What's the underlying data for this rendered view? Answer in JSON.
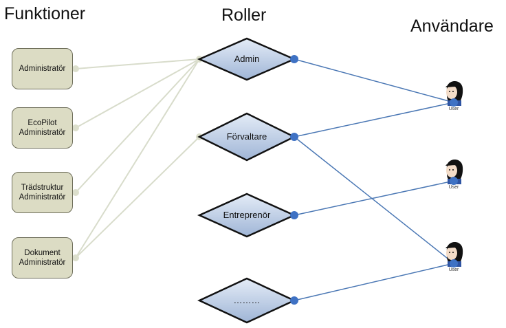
{
  "headers": {
    "functions": "Funktioner",
    "roles": "Roller",
    "users": "Användare"
  },
  "functions": [
    {
      "label": "Administratör"
    },
    {
      "label": "EcoPilot\nAdministratör"
    },
    {
      "label": "Trädstruktur\nAdministratör"
    },
    {
      "label": "Dokument\nAdministratör"
    }
  ],
  "roles": [
    {
      "label": "Admin"
    },
    {
      "label": "Förvaltare"
    },
    {
      "label": "Entreprenör"
    },
    {
      "label": "………"
    }
  ],
  "users": [
    {
      "label": "User",
      "icon": "user-icon"
    },
    {
      "label": "User",
      "icon": "user-icon"
    },
    {
      "label": "User",
      "icon": "user-icon"
    }
  ],
  "colors": {
    "function_fill": "#dcdcc4",
    "role_fill": "#c5d3e8",
    "role_link": "#4a77b4",
    "function_link": "#d8dccb"
  }
}
